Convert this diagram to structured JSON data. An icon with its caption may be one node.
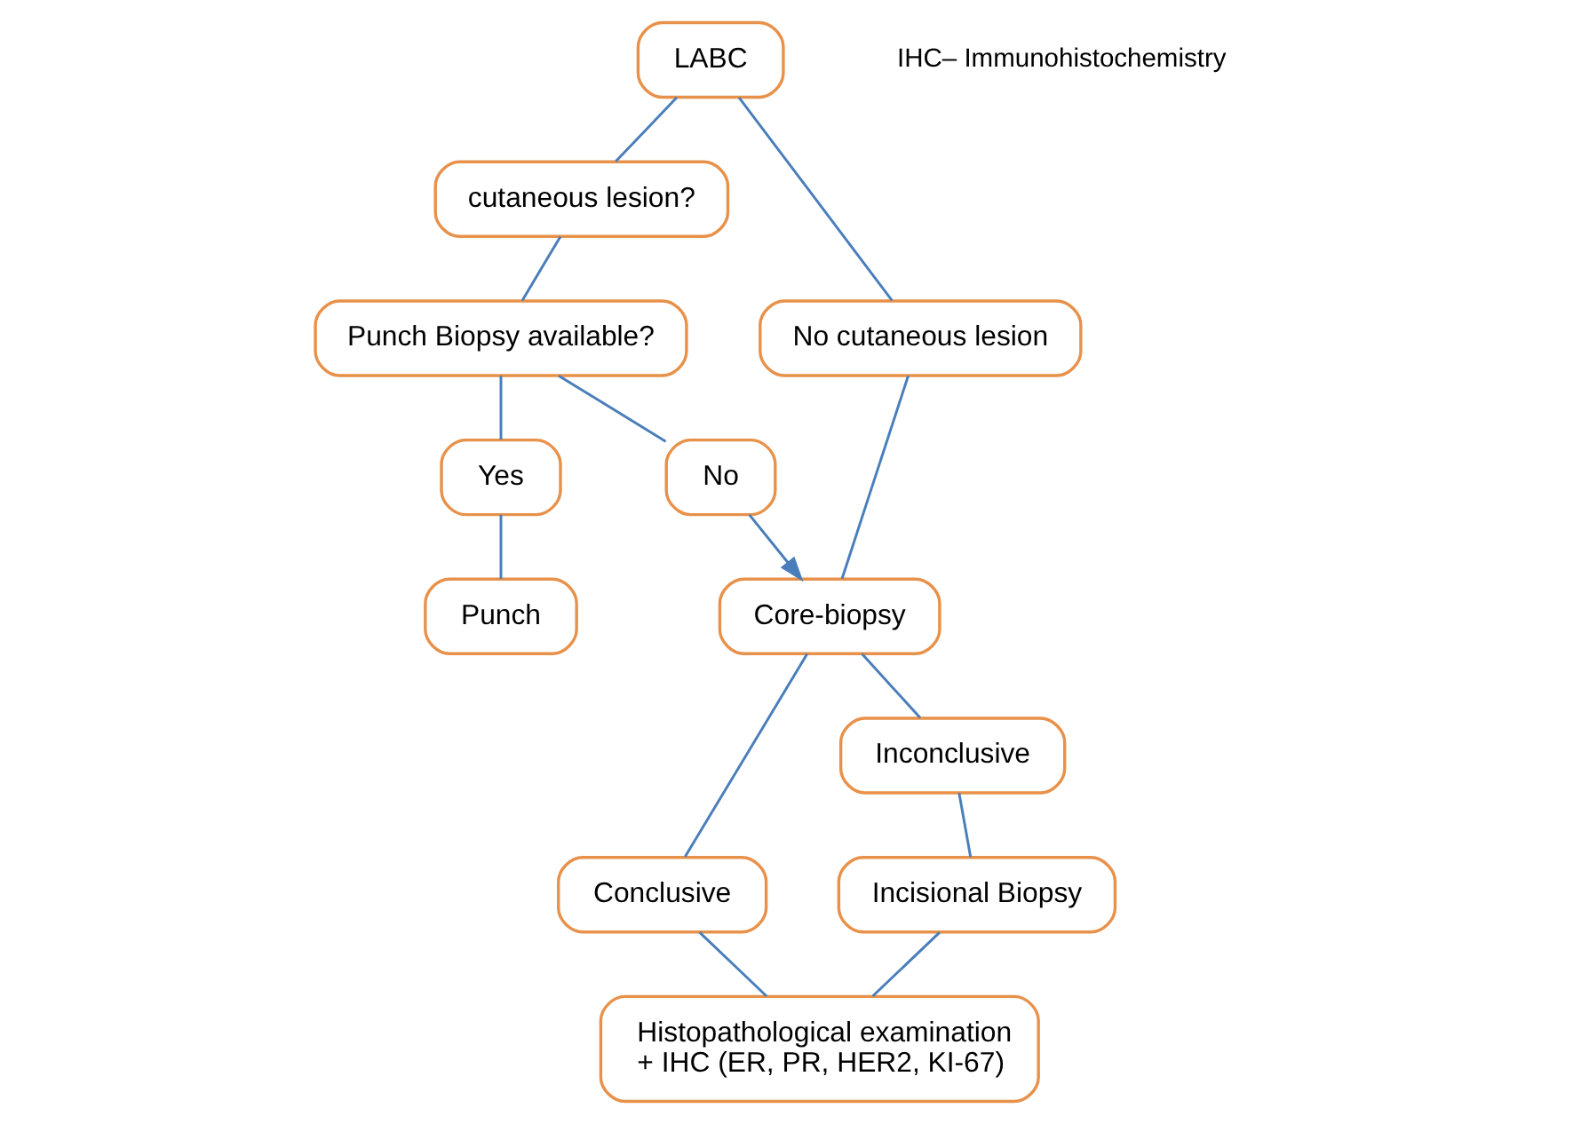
{
  "diagram": {
    "nodes": [
      {
        "text": [
          "LABC"
        ]
      },
      {
        "text": [
          "cutaneous lesion?"
        ]
      },
      {
        "text": [
          "No cutaneous lesion"
        ]
      },
      {
        "text": [
          "Punch Biopsy available?"
        ]
      },
      {
        "text": [
          "Yes"
        ]
      },
      {
        "text": [
          "No"
        ]
      },
      {
        "text": [
          "Core-biopsy"
        ]
      },
      {
        "text": [
          "Conclusive"
        ]
      },
      {
        "text": [
          "Inconclusive"
        ]
      },
      {
        "text": [
          "Punch"
        ]
      },
      {
        "text": [
          "Incisional Biopsy"
        ]
      },
      {
        "text": [
          "Histopathological examination + IHC (ER, PR, HER2, KI-67)"
        ]
      }
    ],
    "edges": [
      {
        "from": 0,
        "to": 1,
        "arrow": "none"
      },
      {
        "from": 0,
        "to": 2,
        "arrow": "none"
      },
      {
        "from": 1,
        "to": 3,
        "arrow": "none"
      },
      {
        "from": 2,
        "to": 6,
        "arrow": "none"
      },
      {
        "from": 3,
        "to": 4,
        "arrow": "none"
      },
      {
        "from": 3,
        "to": 5,
        "arrow": "none"
      },
      {
        "from": 5,
        "to": 6,
        "arrow": "to"
      },
      {
        "from": 6,
        "to": 7,
        "arrow": "none"
      },
      {
        "from": 6,
        "to": 8,
        "arrow": "none"
      },
      {
        "from": 4,
        "to": 9,
        "arrow": "none"
      },
      {
        "from": 8,
        "to": 10,
        "arrow": "none"
      },
      {
        "from": 7,
        "to": 11,
        "arrow": "none"
      },
      {
        "from": 10,
        "to": 11,
        "arrow": "none"
      }
    ],
    "labels": [
      "IHC– Immunohistochemistry"
    ]
  }
}
